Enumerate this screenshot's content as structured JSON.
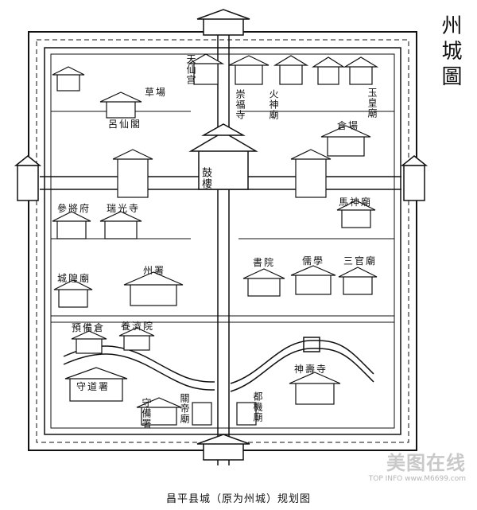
{
  "map": {
    "title": "州城圖",
    "caption": "昌平县城（原为州城）规划图",
    "labels": {
      "tianxian_gong": "天仙宫",
      "huoshen_miao": "火神廟",
      "yuhuang_miao": "玉皇廟",
      "chongfu_si": "崇福寺",
      "cao_chang": "草場",
      "lu_xian_guan": "呂仙閣",
      "cang_chang": "倉場",
      "gu_lou": "鼓樓",
      "canjiang_fu": "參將府",
      "ruiguang_si": "瑞光寺",
      "mashen_miao": "馬神廟",
      "chenghuang_miao": "城隍廟",
      "zhou_shu": "州署",
      "shuyuan": "書院",
      "ru_xue": "儒學",
      "sanguan_miao": "三官廟",
      "yubei_cang": "預備倉",
      "jiji_yuan": "養濟院",
      "shenshou_si": "神壽寺",
      "shouzhou_dao": "守道署",
      "shoubei_shu": "守備署",
      "guandi_miao": "關帝廟",
      "duji_miao": "都機廟"
    }
  },
  "watermark": {
    "logo": "美图在线",
    "url": "TOP INFO  www.M6699.com"
  }
}
